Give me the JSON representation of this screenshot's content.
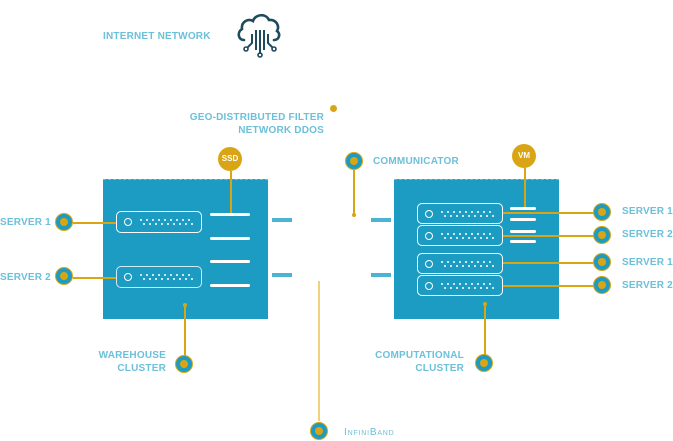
{
  "top": {
    "internet_label": "INTERNET NETWORK",
    "cloud_icon": "cloud-network-icon"
  },
  "filter": {
    "line1": "GEO-DISTRIBUTED FILTER",
    "line2": "NETWORK DDOS"
  },
  "communicator": {
    "label": "COMMUNICATOR"
  },
  "warehouse": {
    "badge": "SSD",
    "line1": "WAREHOUSE",
    "line2": "CLUSTER",
    "servers": [
      {
        "label": "SERVER 1"
      },
      {
        "label": "SERVER 2"
      }
    ]
  },
  "computational": {
    "badge": "VM",
    "line1": "COMPUTATIONAL",
    "line2": "CLUSTER",
    "servers": [
      {
        "label": "SERVER 1"
      },
      {
        "label": "SERVER 2"
      },
      {
        "label": "SERVER 1"
      },
      {
        "label": "SERVER 2"
      }
    ]
  },
  "infiniband": {
    "label": "InfiniBand"
  },
  "colors": {
    "box": "#1c9cc2",
    "accent": "#d9a514",
    "label": "#6cc0da",
    "icon": "#1e4b5e"
  }
}
